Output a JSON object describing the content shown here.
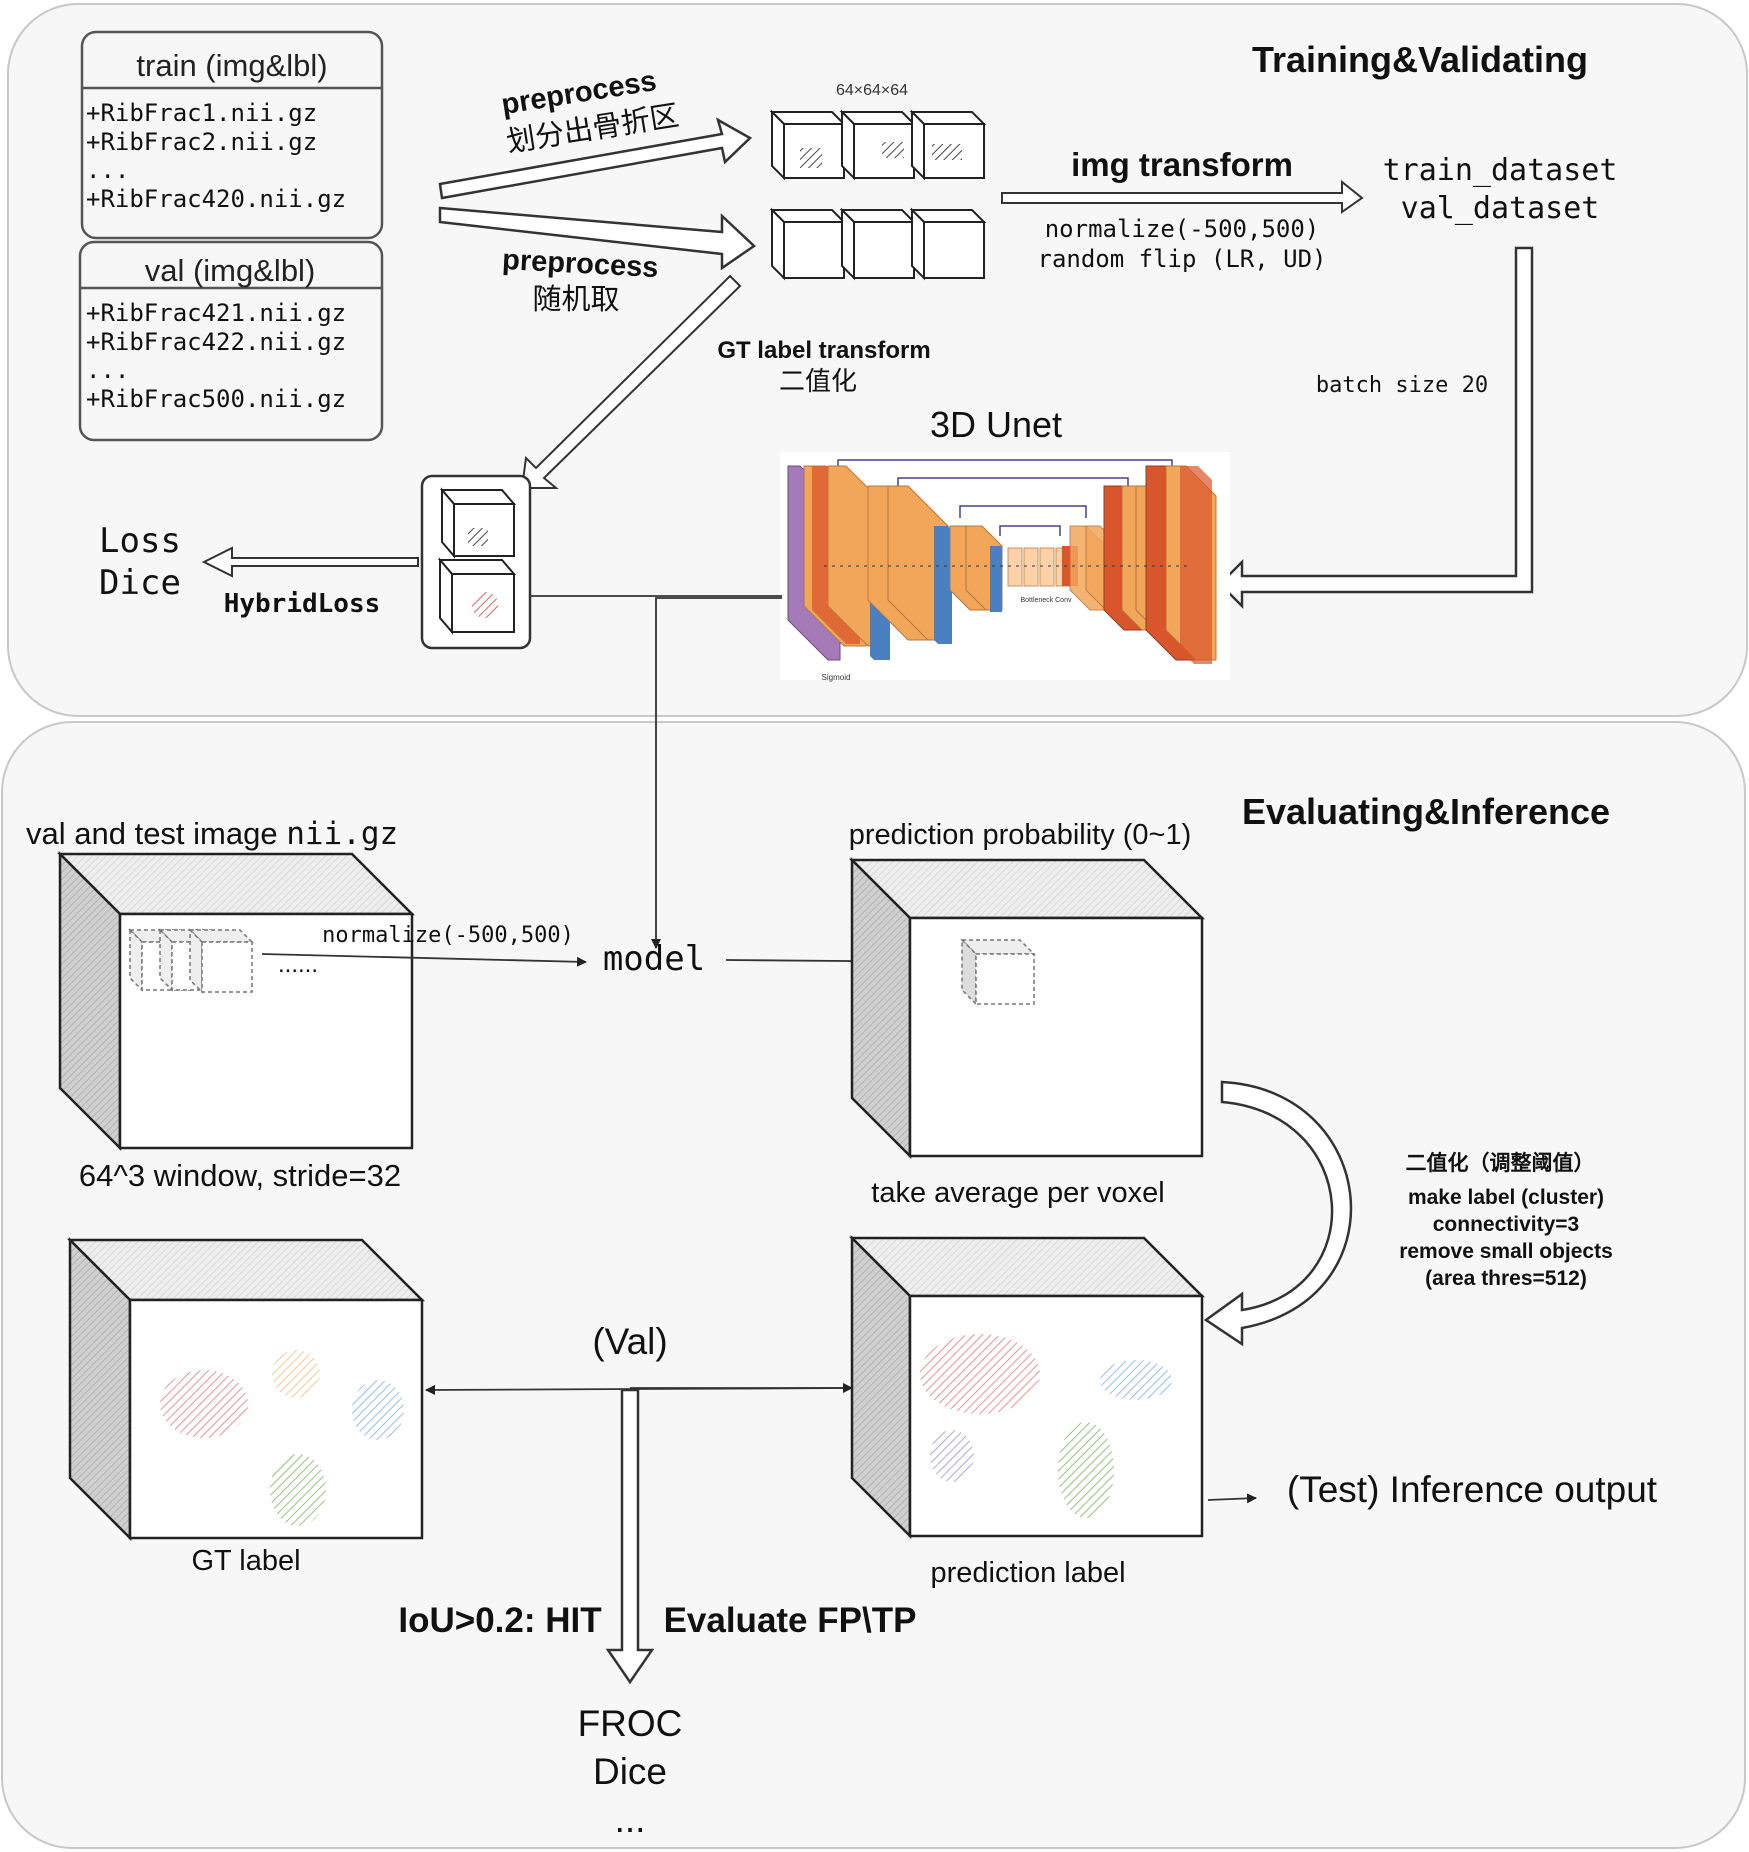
{
  "training": {
    "title": "Training&Validating",
    "train_box": {
      "header": "train (img&lbl)",
      "files": [
        "+RibFrac1.nii.gz",
        "+RibFrac2.nii.gz",
        "...",
        "+RibFrac420.nii.gz"
      ]
    },
    "val_box": {
      "header": "val (img&lbl)",
      "files": [
        "+RibFrac421.nii.gz",
        "+RibFrac422.nii.gz",
        "...",
        "+RibFrac500.nii.gz"
      ]
    },
    "preprocess_top": {
      "label": "preprocess",
      "sublabel": "划分出骨折区"
    },
    "preprocess_bottom": {
      "label": "preprocess",
      "sublabel": "随机取"
    },
    "patch_size": "64×64×64",
    "img_transform": {
      "title": "img transform",
      "lines": [
        "normalize(-500,500)",
        "random flip (LR, UD)"
      ]
    },
    "datasets": [
      "train_dataset",
      "val_dataset"
    ],
    "gt_transform": {
      "title": "GT label transform",
      "sublabel": "二值化"
    },
    "batch_size": "batch size 20",
    "model_title": "3D Unet",
    "loss": {
      "lines": [
        "Loss",
        "Dice"
      ],
      "name": "HybridLoss"
    },
    "unet_tiny_labels": [
      "Sigmoid",
      "Bottleneck Conv"
    ]
  },
  "evaluating": {
    "title": "Evaluating&Inference",
    "input": {
      "label_prefix": "val and test image ",
      "label_mono": "nii.gz",
      "normalize": "normalize(-500,500)",
      "dots": "......",
      "window": "64^3 window, stride=32"
    },
    "model_label": "model",
    "probability": {
      "title": "prediction probability (0~1)",
      "caption": "take average per voxel"
    },
    "postprocess": {
      "title": "二值化（调整阈值）",
      "lines": [
        "make label (cluster)",
        "connectivity=3",
        "remove small objects",
        "(area thres=512)"
      ]
    },
    "gt_label": "GT label",
    "val_label": "(Val)",
    "prediction_label": "prediction label",
    "test_output": "(Test) Inference output",
    "iou": "IoU>0.2: HIT",
    "evaluate": "Evaluate FP\\TP",
    "metrics": [
      "FROC",
      "Dice",
      "..."
    ]
  },
  "colors": {
    "panel_fill": "#f7f7f7",
    "panel_stroke": "#c8c8c8",
    "hatch_red": "#e06666",
    "hatch_orange": "#f6b26b",
    "hatch_blue": "#6d9eeb",
    "hatch_green": "#6aa84f",
    "hatch_purple": "#8e7cc3",
    "unet_orange": "#f2a65a",
    "unet_red": "#d9552b",
    "unet_blue": "#4a7fc0",
    "unet_purple": "#a47ab8"
  }
}
